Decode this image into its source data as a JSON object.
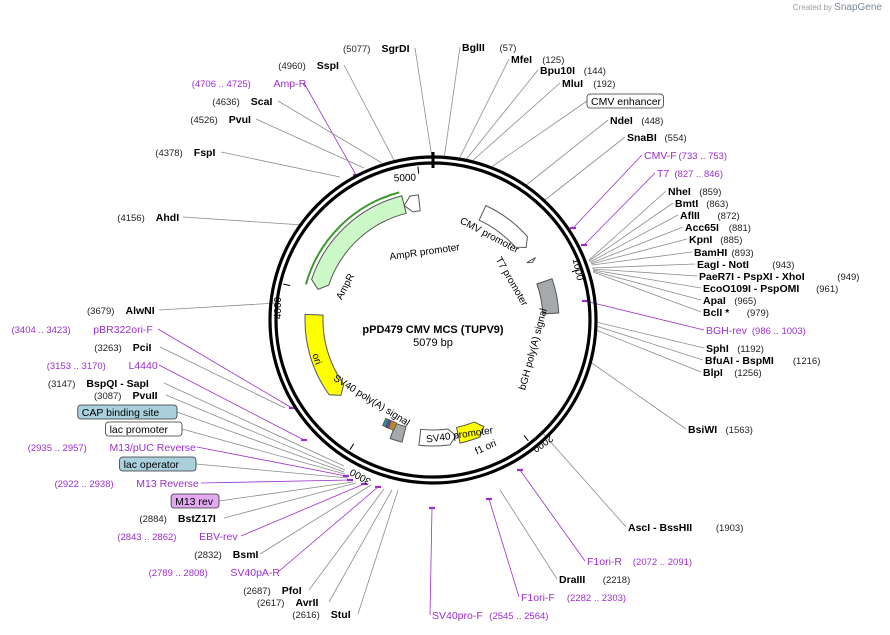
{
  "app": {
    "brand_prefix": "Created by",
    "brand_name": "SnapGene"
  },
  "plasmid": {
    "name": "pPD479 CMV MCS (TUPV9)",
    "length_label": "5079 bp",
    "total_bp": 5079
  },
  "ticks": [
    {
      "label": "1000",
      "bp": 1000
    },
    {
      "label": "2000",
      "bp": 2000
    },
    {
      "label": "3000",
      "bp": 3000
    },
    {
      "label": "4000",
      "bp": 4000
    },
    {
      "label": "5000",
      "bp": 5000
    }
  ],
  "features": [
    {
      "name": "AmpR promoter",
      "kind": "promoter",
      "start": 4880,
      "end": 4985,
      "strand": -1,
      "color": "#ffffff"
    },
    {
      "name": "AmpR",
      "kind": "cds",
      "start": 4020,
      "end": 4880,
      "strand": -1,
      "color": "#ccf8c8"
    },
    {
      "name": "ori",
      "kind": "origin",
      "start": 3255,
      "end": 3845,
      "strand": -1,
      "color": "#ffff00"
    },
    {
      "name": "CMV promoter",
      "kind": "promoter",
      "start": 350,
      "end": 735,
      "strand": 1,
      "color": "#ffffff"
    },
    {
      "name": "T7 promoter",
      "kind": "promoter",
      "start": 827,
      "end": 846,
      "strand": 1,
      "color": "#ffffff"
    },
    {
      "name": "bGH poly(A) signal",
      "kind": "terminator",
      "start": 1000,
      "end": 1225,
      "strand": 0,
      "color": "#a6a9ab"
    },
    {
      "name": "f1 ori",
      "kind": "origin",
      "start": 2180,
      "end": 2365,
      "strand": -1,
      "color": "#ffff00"
    },
    {
      "name": "SV40 promoter",
      "kind": "promoter",
      "start": 2380,
      "end": 2630,
      "strand": -1,
      "color": "#ffffff"
    },
    {
      "name": "SV40 poly(A) signal",
      "kind": "terminator",
      "start": 2740,
      "end": 2820,
      "strand": 0,
      "color": "#a6a9ab"
    }
  ],
  "sites": [
    {
      "name": "SgrDI",
      "pos": "(5077)",
      "kind": "enzyme",
      "bold": true
    },
    {
      "name": "SspI",
      "pos": "(4960)",
      "kind": "enzyme",
      "bold": true
    },
    {
      "name": "Amp-R",
      "pos": "(4706 .. 4725)",
      "kind": "primer",
      "bold": false
    },
    {
      "name": "ScaI",
      "pos": "(4636)",
      "kind": "enzyme",
      "bold": true
    },
    {
      "name": "PvuI",
      "pos": "(4526)",
      "kind": "enzyme",
      "bold": true
    },
    {
      "name": "FspI",
      "pos": "(4378)",
      "kind": "enzyme",
      "bold": true
    },
    {
      "name": "AhdI",
      "pos": "(4156)",
      "kind": "enzyme",
      "bold": true
    },
    {
      "name": "AlwNI",
      "pos": "(3679)",
      "kind": "enzyme",
      "bold": true
    },
    {
      "name": "pBR322ori-F",
      "pos": "(3404 .. 3423)",
      "kind": "primer",
      "bold": false
    },
    {
      "name": "PciI",
      "pos": "(3263)",
      "kind": "enzyme",
      "bold": true
    },
    {
      "name": "L4440",
      "pos": "(3153 .. 3170)",
      "kind": "primer",
      "bold": false
    },
    {
      "name": "BspQI - SapI",
      "pos": "(3147)",
      "kind": "enzyme",
      "bold": true
    },
    {
      "name": "PvuII",
      "pos": "(3087)",
      "kind": "enzyme",
      "bold": true
    },
    {
      "name": "CAP binding site",
      "pos": "",
      "kind": "boxed-blue",
      "bold": false
    },
    {
      "name": "lac promoter",
      "pos": "",
      "kind": "boxed-white",
      "bold": false
    },
    {
      "name": "M13/pUC Reverse",
      "pos": "(2935 .. 2957)",
      "kind": "primer",
      "bold": false
    },
    {
      "name": "lac operator",
      "pos": "",
      "kind": "boxed-blue",
      "bold": false
    },
    {
      "name": "M13 Reverse",
      "pos": "(2922 .. 2938)",
      "kind": "primer",
      "bold": false
    },
    {
      "name": "M13 rev",
      "pos": "",
      "kind": "boxed-purple",
      "bold": false
    },
    {
      "name": "BstZ17I",
      "pos": "(2884)",
      "kind": "enzyme",
      "bold": true
    },
    {
      "name": "EBV-rev",
      "pos": "(2843 .. 2862)",
      "kind": "primer",
      "bold": false
    },
    {
      "name": "BsmI",
      "pos": "(2832)",
      "kind": "enzyme",
      "bold": true
    },
    {
      "name": "SV40pA-R",
      "pos": "(2789 .. 2808)",
      "kind": "primer",
      "bold": false
    },
    {
      "name": "PfoI",
      "pos": "(2687)",
      "kind": "enzyme",
      "bold": true
    },
    {
      "name": "AvrII",
      "pos": "(2617)",
      "kind": "enzyme",
      "bold": true
    },
    {
      "name": "StuI",
      "pos": "(2616)",
      "kind": "enzyme",
      "bold": true
    },
    {
      "name": "SV40pro-F",
      "pos": "(2545 .. 2564)",
      "kind": "primer",
      "bold": false
    },
    {
      "name": "F1ori-F",
      "pos": "(2282 .. 2303)",
      "kind": "primer",
      "bold": false
    },
    {
      "name": "DraIII",
      "pos": "(2218)",
      "kind": "enzyme",
      "bold": true
    },
    {
      "name": "F1ori-R",
      "pos": "(2072 .. 2091)",
      "kind": "primer",
      "bold": false
    },
    {
      "name": "AscI - BssHII",
      "pos": "(1903)",
      "kind": "enzyme",
      "bold": true
    },
    {
      "name": "BsiWI",
      "pos": "(1563)",
      "kind": "enzyme",
      "bold": true
    },
    {
      "name": "BlpI",
      "pos": "(1256)",
      "kind": "enzyme",
      "bold": true
    },
    {
      "name": "BfuAI - BspMI",
      "pos": "(1216)",
      "kind": "enzyme",
      "bold": true
    },
    {
      "name": "SphI",
      "pos": "(1192)",
      "kind": "enzyme",
      "bold": true
    },
    {
      "name": "BGH-rev",
      "pos": "(986 .. 1003)",
      "kind": "primer",
      "bold": false
    },
    {
      "name": "BclI *",
      "pos": "(979)",
      "kind": "enzyme",
      "bold": true
    },
    {
      "name": "ApaI",
      "pos": "(965)",
      "kind": "enzyme",
      "bold": true
    },
    {
      "name": "EcoO109I - PspOMI",
      "pos": "(961)",
      "kind": "enzyme",
      "bold": true
    },
    {
      "name": "PaeR7I - PspXI - XhoI",
      "pos": "(949)",
      "kind": "enzyme",
      "bold": true
    },
    {
      "name": "EagI - NotI",
      "pos": "(943)",
      "kind": "enzyme",
      "bold": true
    },
    {
      "name": "BamHI",
      "pos": "(893)",
      "kind": "enzyme",
      "bold": true
    },
    {
      "name": "KpnI",
      "pos": "(885)",
      "kind": "enzyme",
      "bold": true
    },
    {
      "name": "Acc65I",
      "pos": "(881)",
      "kind": "enzyme",
      "bold": true
    },
    {
      "name": "AflII",
      "pos": "(872)",
      "kind": "enzyme",
      "bold": true
    },
    {
      "name": "BmtI",
      "pos": "(863)",
      "kind": "enzyme",
      "bold": true
    },
    {
      "name": "NheI",
      "pos": "(859)",
      "kind": "enzyme",
      "bold": true
    },
    {
      "name": "T7",
      "pos": "(827 .. 846)",
      "kind": "primer",
      "bold": false
    },
    {
      "name": "CMV-F",
      "pos": "(733 .. 753)",
      "kind": "primer",
      "bold": false
    },
    {
      "name": "SnaBI",
      "pos": "(554)",
      "kind": "enzyme",
      "bold": true
    },
    {
      "name": "NdeI",
      "pos": "(448)",
      "kind": "enzyme",
      "bold": true
    },
    {
      "name": "CMV enhancer",
      "pos": "",
      "kind": "boxed-white",
      "bold": false
    },
    {
      "name": "MluI",
      "pos": "(192)",
      "kind": "enzyme",
      "bold": true
    },
    {
      "name": "Bpu10I",
      "pos": "(144)",
      "kind": "enzyme",
      "bold": true
    },
    {
      "name": "MfeI",
      "pos": "(125)",
      "kind": "enzyme",
      "bold": true
    },
    {
      "name": "BglII",
      "pos": "(57)",
      "kind": "enzyme",
      "bold": true
    }
  ],
  "colors": {
    "enzyme_text": "#000000",
    "position_text": "#222222",
    "primer": "#9a2fd0",
    "leader": "#8c8c8c",
    "backbone": "#000000",
    "box_blue": "#a9d0dc",
    "box_purple": "#e2a8f0"
  }
}
